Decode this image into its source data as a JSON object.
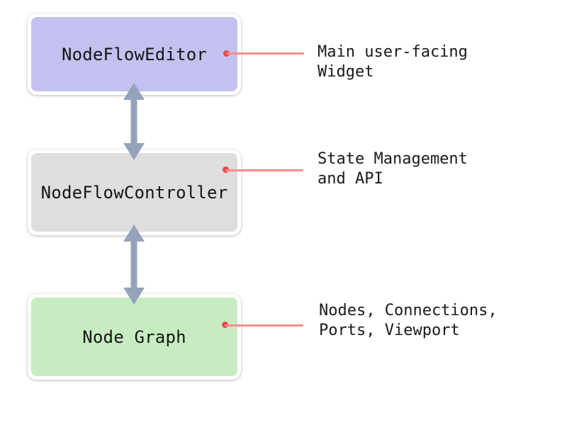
{
  "colors": {
    "background": "#ffffff",
    "arrow": "#95a3ba",
    "annotation_line": "#f98c8c",
    "annotation_dot": "#ec4545",
    "label_text": "#151515"
  },
  "nodes": [
    {
      "label": "NodeFlowEditor",
      "fill": "#c2c1ef"
    },
    {
      "label": "NodeFlowController",
      "fill": "#dedede"
    },
    {
      "label": "Node Graph",
      "fill": "#c8ecc2"
    }
  ],
  "connectors": [
    {
      "type": "double-arrow",
      "from": "NodeFlowEditor",
      "to": "NodeFlowController"
    },
    {
      "type": "double-arrow",
      "from": "NodeFlowController",
      "to": "Node Graph"
    }
  ],
  "annotations": [
    {
      "target": "NodeFlowEditor",
      "lines": [
        "Main user-facing",
        "Widget"
      ]
    },
    {
      "target": "NodeFlowController",
      "lines": [
        "State Management",
        "and API"
      ]
    },
    {
      "target": "Node Graph",
      "lines": [
        "Nodes, Connections,",
        "Ports, Viewport"
      ]
    }
  ]
}
